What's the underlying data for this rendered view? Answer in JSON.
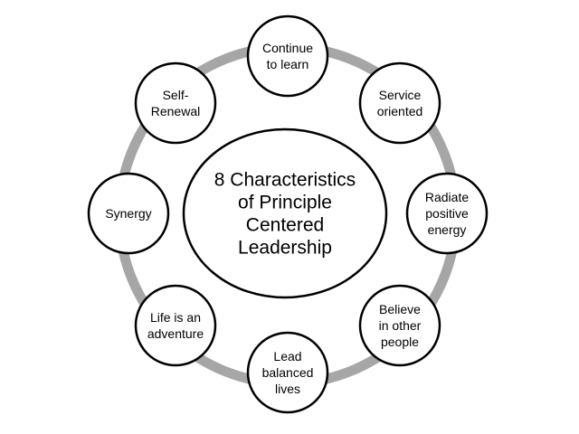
{
  "center": {
    "lines": [
      "8 Characteristics",
      "of Principle",
      "Centered",
      "Leadership"
    ]
  },
  "nodes": [
    {
      "id": "continue-to-learn",
      "lines": [
        "Continue",
        "to learn"
      ]
    },
    {
      "id": "service-oriented",
      "lines": [
        "Service",
        "oriented"
      ]
    },
    {
      "id": "radiate-positive-energy",
      "lines": [
        "Radiate",
        "positive",
        "energy"
      ]
    },
    {
      "id": "believe-in-other-people",
      "lines": [
        "Believe",
        "in other",
        "people"
      ]
    },
    {
      "id": "lead-balanced-lives",
      "lines": [
        "Lead",
        "balanced",
        "lives"
      ]
    },
    {
      "id": "life-is-an-adventure",
      "lines": [
        "Life is an",
        "adventure"
      ]
    },
    {
      "id": "synergy",
      "lines": [
        "Synergy"
      ]
    },
    {
      "id": "self-renewal",
      "lines": [
        "Self-",
        "Renewal"
      ]
    }
  ],
  "colors": {
    "ring": "#a6a6a6",
    "outline": "#000000",
    "fill": "#ffffff"
  }
}
